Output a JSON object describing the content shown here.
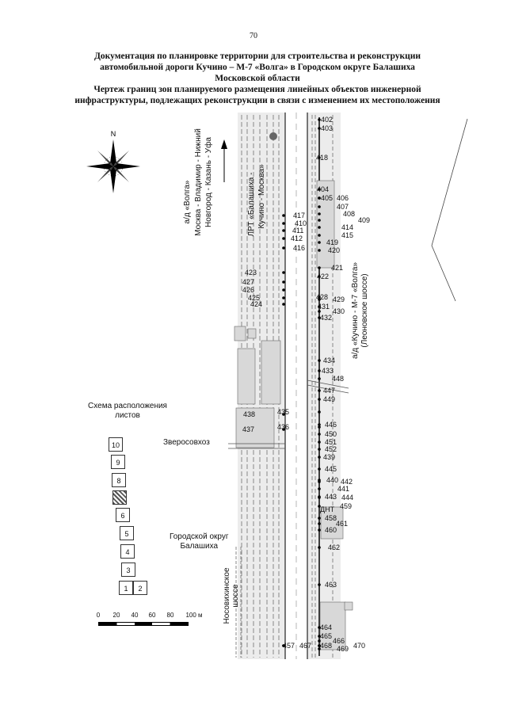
{
  "page_number": "70",
  "header": {
    "line1": "Документация по планировке территории для строительства и реконструкции",
    "line2": "автомобильной дороги Кучино – М-7 «Волга» в Городском округе Балашиха",
    "line3": "Московской области",
    "line4": "Чертеж границ зон планируемого размещения линейных объектов инженерной",
    "line5": "инфраструктуры, подлежащих реконструкции в связи с изменением их местоположения"
  },
  "compass": {
    "north_label": "N"
  },
  "road_labels": {
    "volga_1": "а/д «Волга»",
    "volga_2": "Москва - Владимир - Нижний",
    "volga_3": "Новгород - Казань - Уфа",
    "rail_1": "ЛРТ «Балашиха -",
    "rail_2": "Кучино - Москва»",
    "kuchino_1": "а/д «Кучино - М-7 «Волга»",
    "kuchino_2": "(Леоновское шоссе)",
    "nosovikhinskoe_1": "Носовихинское",
    "nosovikhinskoe_2": "шоссе"
  },
  "places": {
    "zverosovkhoz": "Зверосовхоз",
    "okrug_1": "Городской округ",
    "okrug_2": "Балашиха",
    "dnt": "ДНТ"
  },
  "scheme": {
    "title_1": "Схема расположения",
    "title_2": "листов",
    "sheets": [
      "1",
      "2",
      "3",
      "4",
      "5",
      "6",
      "",
      "8",
      "9",
      "10"
    ],
    "current_sheet": "7"
  },
  "scale": {
    "ticks": [
      "0",
      "20",
      "40",
      "60",
      "80",
      "100 м"
    ]
  },
  "point_labels": [
    "402",
    "403",
    "418",
    "404",
    "405",
    "406",
    "407",
    "408",
    "409",
    "417",
    "410",
    "414",
    "411",
    "415",
    "412",
    "419",
    "416",
    "420",
    "421",
    "422",
    "423",
    "427",
    "426",
    "425",
    "424",
    "428",
    "429",
    "431",
    "430",
    "432",
    "434",
    "433",
    "448",
    "447",
    "449",
    "438",
    "435",
    "437",
    "436",
    "446",
    "450",
    "451",
    "452",
    "439",
    "445",
    "440",
    "442",
    "441",
    "443",
    "444",
    "459",
    "458",
    "461",
    "460",
    "462",
    "463",
    "464",
    "465",
    "466",
    "457",
    "467",
    "468",
    "469",
    "470"
  ]
}
